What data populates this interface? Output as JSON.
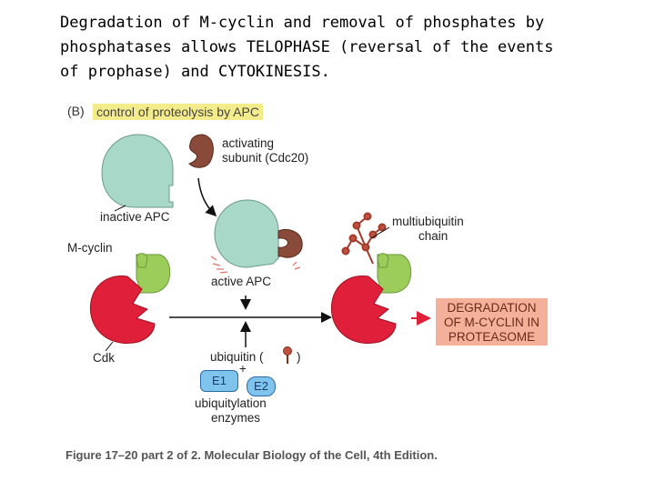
{
  "heading": {
    "line1": "Degradation of M-cyclin and removal of phosphates by",
    "line2": "phosphatases allows TELOPHASE (reversal of the events",
    "line3": "of prophase) and CYTOKINESIS."
  },
  "figure": {
    "panel_label": "(B)",
    "panel_title": "control of proteolysis by APC",
    "labels": {
      "activating_line1": "activating",
      "activating_line2": "subunit (Cdc20)",
      "inactive_apc": "inactive APC",
      "active_apc": "active APC",
      "m_cyclin": "M-cyclin",
      "cdk": "Cdk",
      "multiubiquitin": "multiubiquitin",
      "chain": "chain",
      "ubiquitin_open": "ubiquitin (",
      "ubiquitin_close": ")",
      "plus": "+",
      "e1": "E1",
      "e2": "E2",
      "ubiquitylation": "ubiquitylation",
      "enzymes": "enzymes"
    },
    "degradation_box": {
      "line1": "DEGRADATION",
      "line2": "OF M-CYCLIN IN",
      "line3": "PROTEASOME"
    },
    "caption": "Figure 17–20 part 2 of 2. Molecular Biology of the Cell, 4th Edition.",
    "colors": {
      "apc": "#a8d8c8",
      "cdc20": "#8a4a3a",
      "cyclin": "#9ccc5a",
      "cdk": "#e0203a",
      "ubiquitin": "#a03a2a",
      "degradation_box": "#f5b09a",
      "enzyme": "#7fc4ec",
      "panel_title_bg": "#f4ec8a"
    }
  }
}
